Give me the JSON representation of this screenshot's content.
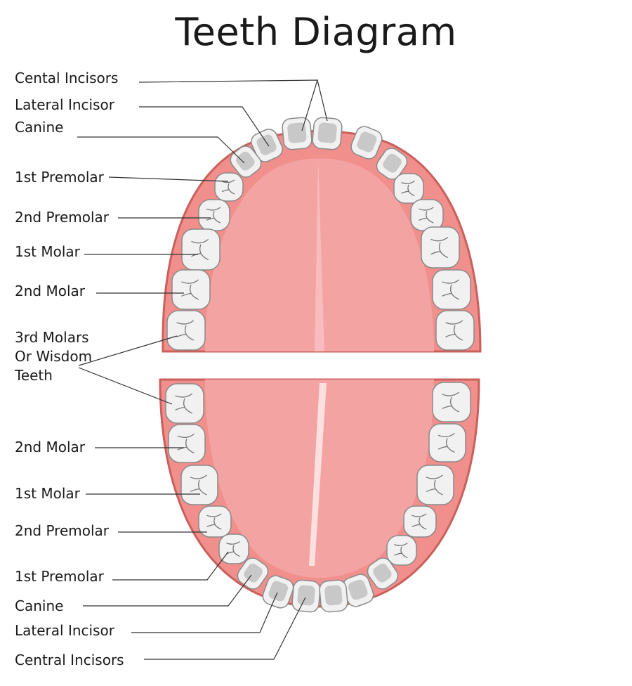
{
  "title": "Teeth Diagram",
  "colors": {
    "gum": "#f08f8c",
    "gum_edge": "#c9605c",
    "palate": "#f4a3a3",
    "tooth": "#f1f1f1",
    "tooth_shade": "#c8c8c8",
    "line": "#333333"
  },
  "upper_labels": [
    "Cental Incisors",
    "Lateral Incisor",
    "Canine",
    "1st Premolar",
    "2nd Premolar",
    "1st Molar",
    "2nd Molar"
  ],
  "shared_label_lines": [
    "3rd Molars",
    "Or Wisdom",
    "Teeth"
  ],
  "lower_labels": [
    "2nd Molar",
    "1st Molar",
    "2nd Premolar",
    "1st Premolar",
    "Canine",
    "Lateral Incisor",
    "Central Incisors"
  ]
}
